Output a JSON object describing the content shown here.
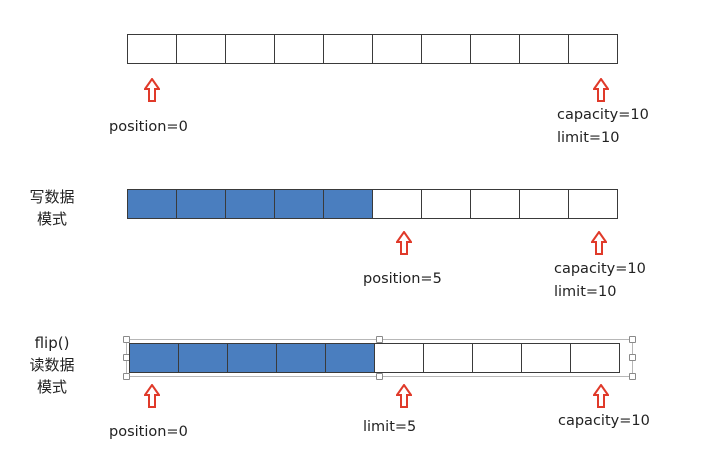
{
  "colors": {
    "filled_cell": "#4a7ebf",
    "arrow": "#e03a2a",
    "grid_line": "#3a3a3a"
  },
  "icons": {
    "pointer": "up-arrow-outline-icon"
  },
  "diagrams": [
    {
      "name": "initial",
      "mode_lines": [],
      "cells_total": 10,
      "cells_filled": 0,
      "labels": {
        "position": "position=0",
        "capacity": "capacity=10",
        "limit": "limit=10"
      }
    },
    {
      "name": "write-mode",
      "mode_lines": [
        "写数据",
        "模式"
      ],
      "cells_total": 10,
      "cells_filled": 5,
      "labels": {
        "position": "position=5",
        "capacity": "capacity=10",
        "limit": "limit=10"
      }
    },
    {
      "name": "read-mode",
      "mode_lines": [
        "flip()",
        "读数据",
        "模式"
      ],
      "cells_total": 10,
      "cells_filled": 5,
      "labels": {
        "position": "position=0",
        "limit": "limit=5",
        "capacity": "capacity=10"
      }
    }
  ]
}
